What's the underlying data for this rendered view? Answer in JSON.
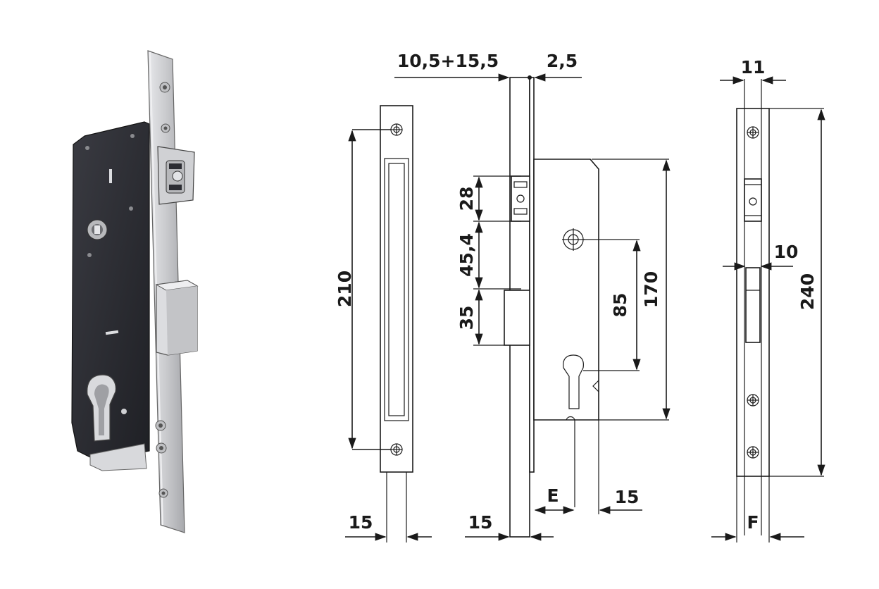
{
  "diagram": {
    "top": {
      "backset_label": "10,5+15,5",
      "faceplate_label": "2,5"
    },
    "front_view": {
      "hole_spacing": "210",
      "width": "15"
    },
    "side_view": {
      "latch_height": "28",
      "latch_to_bolt": "45,4",
      "bolt_height": "35",
      "handle_to_cylinder": "85",
      "case_height": "170",
      "faceplate_width": "15",
      "backset_label": "E",
      "case_offset": "15"
    },
    "right_view": {
      "top_width": "11",
      "bolt_label": "10",
      "plate_height": "240",
      "bottom_label": "F"
    }
  },
  "colors": {
    "line": "#1a1a1a",
    "lock_body": "#2c2d33",
    "faceplate": "#c9cacd",
    "background": "#ffffff"
  }
}
